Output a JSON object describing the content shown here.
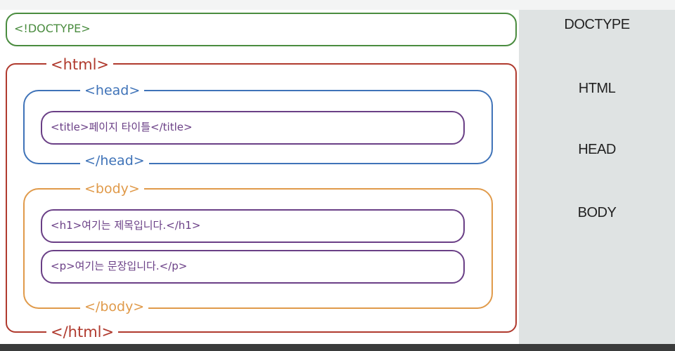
{
  "diagram": {
    "doctype_box": "<!DOCTYPE>",
    "html_open": "<html>",
    "html_close": "</html>",
    "head_open": "<head>",
    "head_close": "</head>",
    "title_line": "<title>페이지 타이틀</title>",
    "body_open": "<body>",
    "body_close": "</body>",
    "h1_line": "<h1>여기는 제목입니다.</h1>",
    "p_line": "<p>여기는 문장입니다.</p>"
  },
  "sidebar": {
    "labels": [
      "DOCTYPE",
      "HTML",
      "HEAD",
      "BODY"
    ]
  },
  "colors": {
    "doctype": "#4a8c3f",
    "html": "#b03a2e",
    "head": "#3f73b8",
    "body": "#e09a4a",
    "inner": "#6a3f86"
  }
}
